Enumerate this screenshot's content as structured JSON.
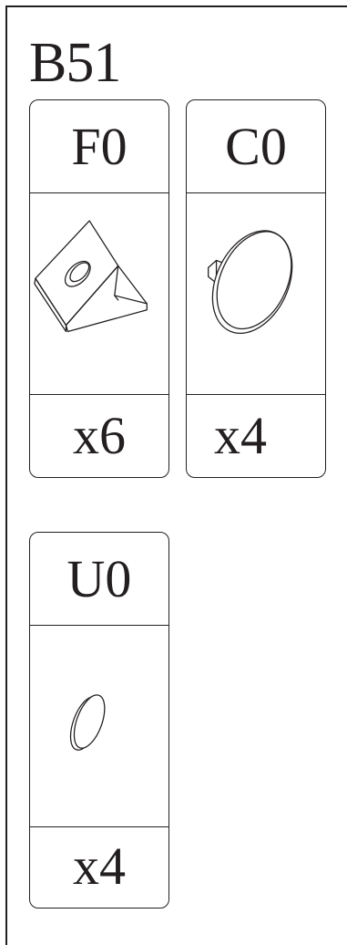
{
  "sheet": {
    "title": "B51"
  },
  "parts": [
    {
      "code": "F0",
      "quantity": "x6",
      "icon": "wedge-bracket-icon"
    },
    {
      "code": "C0",
      "quantity": "x4",
      "icon": "round-cap-icon"
    },
    {
      "code": "U0",
      "quantity": "x4",
      "icon": "felt-pad-icon"
    }
  ]
}
